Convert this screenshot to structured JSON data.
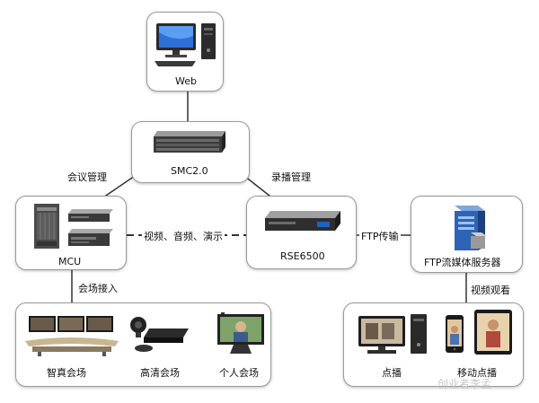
{
  "nodes": {
    "web": {
      "label": "Web"
    },
    "smc": {
      "label": "SMC2.0"
    },
    "mcu": {
      "label": "MCU"
    },
    "rse": {
      "label": "RSE6500"
    },
    "ftp": {
      "label": "FTP流媒体服务器"
    },
    "venue": {
      "items": [
        {
          "label": "智真会场"
        },
        {
          "label": "高清会场"
        },
        {
          "label": "个人会场"
        }
      ]
    },
    "playback": {
      "items": [
        {
          "label": "点播"
        },
        {
          "label": "移动点播"
        }
      ]
    }
  },
  "edges": {
    "smc_mcu": "会议管理",
    "smc_rse": "录播管理",
    "mcu_rse": "视频、音频、演示",
    "rse_ftp": "FTP传输",
    "mcu_venue": "会场接入",
    "ftp_playback": "视频观看"
  },
  "watermark": "创业者李孟",
  "icons": [
    "desktop-computer-icon",
    "rack-server-icon",
    "mcu-chassis-icon",
    "rack-server-icon",
    "server-tower-icon",
    "telepresence-room-icon",
    "hd-codec-icon",
    "personal-video-terminal-icon",
    "desktop-computer-icon",
    "smartphone-icon",
    "tablet-icon"
  ]
}
